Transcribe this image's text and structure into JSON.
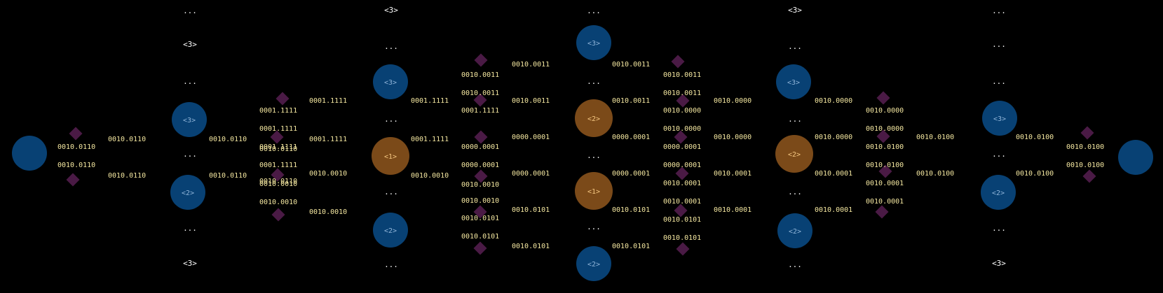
{
  "colors": {
    "background": "#000000",
    "node_blue": "#084174",
    "node_orange": "#7b4a19",
    "node_blue_label": "#8fb4d8",
    "node_orange_label": "#f4c680",
    "diamond": "#4a1a45",
    "code_text": "#f4e7a0",
    "ellipsis_text": "#ffffff"
  },
  "ellipsis": "...",
  "nodes": [
    {
      "label": "",
      "color": "blue"
    },
    {
      "label": "<3>",
      "color": "blue"
    },
    {
      "label": "<2>",
      "color": "blue"
    },
    {
      "label": "<3>",
      "color": "blue"
    },
    {
      "label": "<1>",
      "color": "orange"
    },
    {
      "label": "<2>",
      "color": "blue"
    },
    {
      "label": "<3>",
      "color": "blue"
    },
    {
      "label": "<2>",
      "color": "orange"
    },
    {
      "label": "<1>",
      "color": "orange"
    },
    {
      "label": "<2>",
      "color": "blue"
    },
    {
      "label": "<3>",
      "color": "blue"
    },
    {
      "label": "<2>",
      "color": "orange"
    },
    {
      "label": "<2>",
      "color": "blue"
    },
    {
      "label": "<3>",
      "color": "blue"
    },
    {
      "label": "<2>",
      "color": "blue"
    },
    {
      "label": "",
      "color": "blue"
    }
  ],
  "column_markers": [
    {
      "col": 1,
      "top": [
        "...",
        "<3>",
        "..."
      ],
      "bottom": [
        "...",
        "<3>"
      ]
    },
    {
      "col": 2,
      "top": [
        "<3>",
        "..."
      ],
      "middle": [
        "...",
        "..."
      ],
      "bottom": [
        "..."
      ]
    },
    {
      "col": 3,
      "top": [
        "..."
      ],
      "middle": [
        "...",
        "...",
        "..."
      ],
      "bottom": []
    },
    {
      "col": 4,
      "top": [
        "<3>",
        "..."
      ],
      "middle": [
        "...",
        "..."
      ],
      "bottom": [
        "..."
      ]
    },
    {
      "col": 5,
      "top": [
        "...",
        "...",
        "..."
      ],
      "bottom": [
        "<3>"
      ]
    }
  ],
  "edge_labels": [
    "0010.0110",
    "0010.0110",
    "0010.0110",
    "0010.0110",
    "0010.0110",
    "0010.0110",
    "0001.1111",
    "0001.1111",
    "0010.0110",
    "0010.0010",
    "0001.1111",
    "0001.1111",
    "0010.0110",
    "0010.0010",
    "0001.1111",
    "0001.1111",
    "0010.0010",
    "0010.0010",
    "0001.1111",
    "0001.1111",
    "0010.0010",
    "0010.0011",
    "0010.0011",
    "0001.1111",
    "0000.0001",
    "0010.0010",
    "0010.0101",
    "0010.0101",
    "0000.0001",
    "0010.0010",
    "0010.0011",
    "0010.0011",
    "0000.0001",
    "0000.0001",
    "0010.0101",
    "0010.0101",
    "0010.0011",
    "0010.0011",
    "0000.0001",
    "0000.0001",
    "0010.0101",
    "0010.0101",
    "0010.0011",
    "0010.0011",
    "0010.0000",
    "0010.0000",
    "0000.0001",
    "0000.0001",
    "0010.0001",
    "0010.0001",
    "0010.0101",
    "0010.0101",
    "0010.0000",
    "0010.0000",
    "0010.0001",
    "0010.0001",
    "0010.0000",
    "0010.0000",
    "0010.0001",
    "0010.0001",
    "0010.0000",
    "0010.0000",
    "0010.0100",
    "0010.0100",
    "0010.0001",
    "0010.0001",
    "0010.0100",
    "0010.0100",
    "0010.0100",
    "0010.0100",
    "0010.0100",
    "0010.0100"
  ]
}
